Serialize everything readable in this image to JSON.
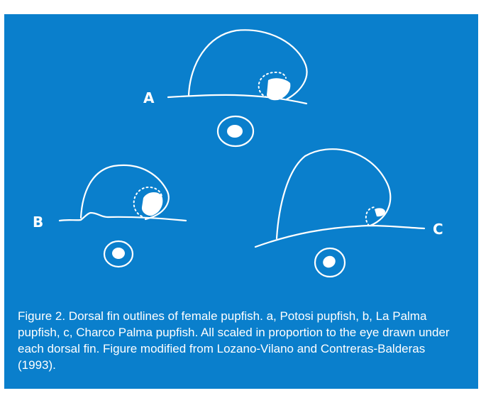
{
  "figure": {
    "labels": {
      "a": "A",
      "b": "B",
      "c": "C"
    },
    "colors": {
      "background": "#0a7fcc",
      "ink": "#ffffff"
    }
  },
  "caption": {
    "text": "Figure 2. Dorsal fin outlines of female pupfish. a, Potosi pupfish, b, La Palma pupfish, c, Charco Palma pupfish. All scaled in proportion to the eye drawn under each dorsal fin. Figure modified from Lozano-Vilano and Contreras-Balderas (1993)."
  }
}
